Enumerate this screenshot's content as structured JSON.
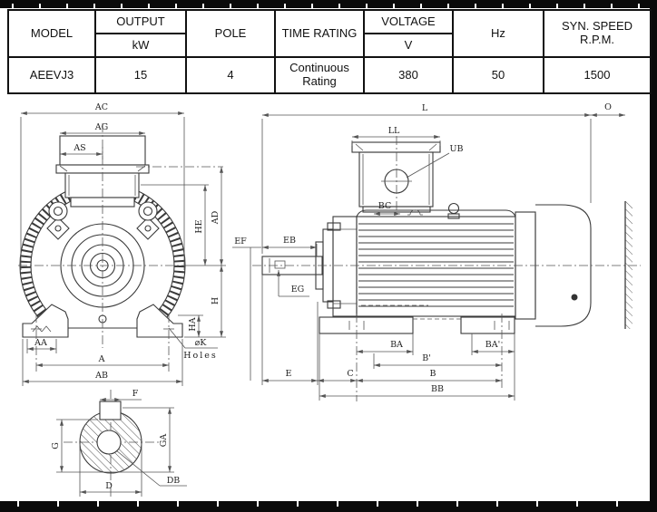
{
  "spec_table": {
    "model": {
      "header": "MODEL",
      "value": "AEEVJ3"
    },
    "output": {
      "header": "OUTPUT",
      "unit": "kW",
      "value": "15"
    },
    "pole": {
      "header": "POLE",
      "value": "4"
    },
    "time_rating": {
      "header": "TIME RATING",
      "value": "Continuous Rating"
    },
    "voltage": {
      "header": "VOLTAGE",
      "unit": "V",
      "value": "380"
    },
    "hz": {
      "header": "Hz",
      "value": "50"
    },
    "syn_speed": {
      "header": "SYN. SPEED R.P.M.",
      "value": "1500"
    }
  },
  "front_view": {
    "ac": "AC",
    "ag": "AG",
    "as": "AS",
    "ad": "AD",
    "he": "HE",
    "h": "H",
    "ha": "HA",
    "aa": "AA",
    "a": "A",
    "ab": "AB",
    "holes_dia": "⌀K",
    "holes_word": "Holes"
  },
  "side_view": {
    "l": "L",
    "o": "O",
    "ll": "LL",
    "ub": "UB",
    "bc": "BC",
    "ef": "EF",
    "eb": "EB",
    "eg": "EG",
    "e": "E",
    "c": "C",
    "b": "B",
    "b_prime": "B'",
    "bb": "BB",
    "ba": "BA",
    "ba_prime": "BA'"
  },
  "shaft_view": {
    "f": "F",
    "g": "G",
    "ga": "GA",
    "d": "D",
    "db": "DB"
  },
  "colors": {
    "line": "#3a3a3a",
    "dim": "#555555",
    "edge_strip": "#0a0a0a"
  }
}
